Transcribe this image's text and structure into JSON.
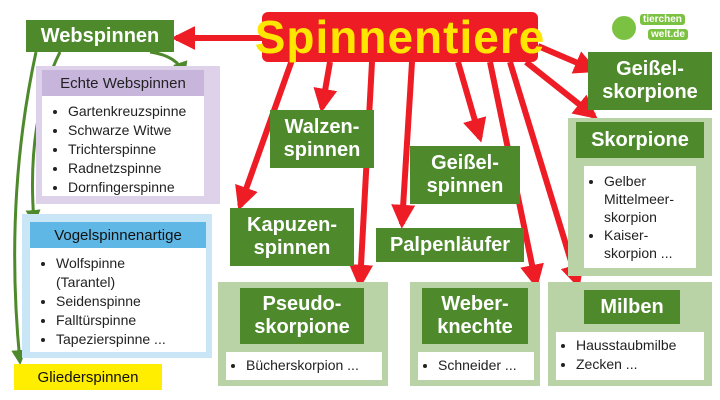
{
  "title": "Spinnentiere",
  "logo": {
    "line1": "tierchen",
    "line2": "welt.de"
  },
  "nodes": {
    "webspinnen": "Webspinnen",
    "echte_webspinnen": "Echte Webspinnen",
    "vogelspinnenartige": "Vogelspinnenartige",
    "gliederspinnen": "Gliederspinnen",
    "walzenspinnen": "Walzen-\nspinnen",
    "kapuzenspinnen": "Kapuzen-\nspinnen",
    "geisselspinnen": "Geißel-\nspinnen",
    "palpenlaeufer": "Palpenläufer",
    "geisselskorpione": "Geißel-\nskorpione",
    "skorpione": "Skorpione",
    "pseudoskorpione": "Pseudo-\nskorpione",
    "weberknechte": "Weber-\nknechte",
    "milben": "Milben"
  },
  "lists": {
    "echte_webspinnen": [
      "Gartenkreuzspinne",
      "Schwarze Witwe",
      "Trichterspinne",
      "Radnetzspinne",
      "Dornfingerspinne"
    ],
    "vogelspinnenartige": [
      "Wolfspinne\n(Tarantel)",
      "Seidenspinne",
      "Falltürspinne",
      "Tapezierspinne ..."
    ],
    "skorpione": [
      "Gelber\nMittelmeer-\nskorpion",
      "Kaiser-\nskorpion  ..."
    ],
    "pseudoskorpione": [
      "Bücherskorpion ..."
    ],
    "weberknechte": [
      "Schneider ..."
    ],
    "milben": [
      "Hausstaubmilbe",
      "Zecken  ..."
    ]
  },
  "colors": {
    "title_bg": "#ee1c25",
    "title_text": "#ffe600",
    "node_green": "#4e8a2c",
    "arrow_red": "#ee1c25",
    "arrow_green": "#4e8a2c"
  }
}
